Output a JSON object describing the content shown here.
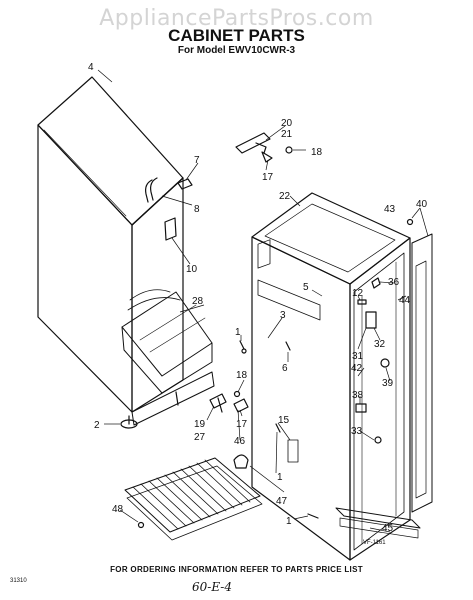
{
  "watermark": "AppliancePartsPros.com",
  "title": "CABINET PARTS",
  "subtitle": "For Model EWV10CWR-3",
  "footer": "FOR ORDERING INFORMATION REFER TO PARTS PRICE LIST",
  "code_left": "31310",
  "code_right": "VF-1161",
  "handwritten_note": "60-E-4",
  "callouts": [
    "4",
    "7",
    "8",
    "10",
    "28",
    "1",
    "18",
    "19",
    "27",
    "17",
    "46",
    "2",
    "48",
    "20",
    "21",
    "18",
    "17",
    "22",
    "43",
    "40",
    "5",
    "36",
    "12",
    "44",
    "3",
    "6",
    "31",
    "32",
    "42",
    "39",
    "38",
    "15",
    "33",
    "1",
    "47",
    "1",
    "45"
  ]
}
